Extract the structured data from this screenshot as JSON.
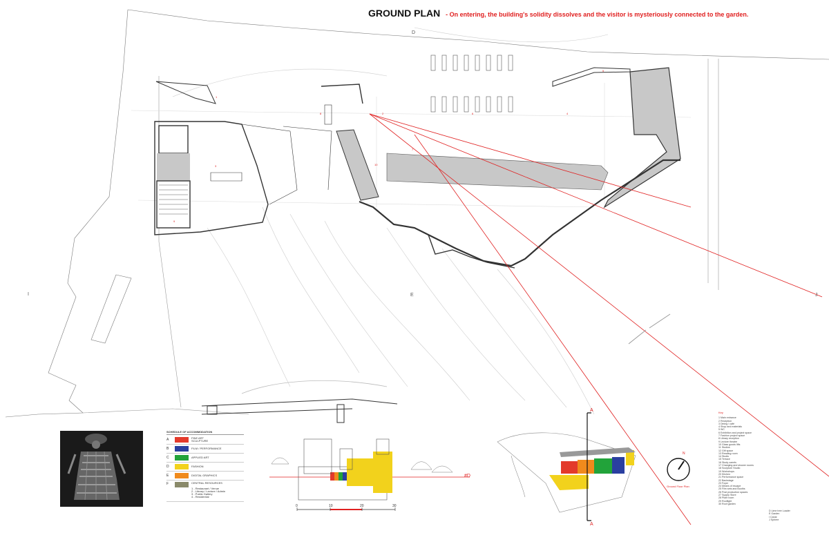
{
  "title": {
    "main": "GROUND PLAN",
    "subtitle": "- On entering, the building's solidity dissolves and the visitor is mysteriously connected to the garden."
  },
  "edge_labels": {
    "top": "D",
    "left": "I",
    "center": "E",
    "right": "J",
    "section_top": "A",
    "section_bottom": "A",
    "elevation": "#D"
  },
  "plan_labels": [
    "1",
    "2",
    "3",
    "4",
    "5",
    "6",
    "7",
    "8",
    "9",
    "10"
  ],
  "schedule": {
    "heading": "SCHEDULE OF ACCOMMODATION",
    "rows": [
      {
        "letter": "A",
        "label": "FINE ART\nSCULPTURE",
        "color": "#e33a2b"
      },
      {
        "letter": "B",
        "label": "FILM / PERFORMANCE",
        "color": "#2a3fa0"
      },
      {
        "letter": "C",
        "label": "APPLIED ART",
        "color": "#22a33a"
      },
      {
        "letter": "D",
        "label": "FASHION",
        "color": "#f2d21c"
      },
      {
        "letter": "E",
        "label": "DIGITAL GRAPHICS",
        "color": "#f08a1c"
      },
      {
        "letter": "F",
        "label": "CENTRAL RESOURCES\n\n1 - Restaurant / Venue\n2 - Library / Lecture / Admin\n3 - Public Gallery\n4 - Residential",
        "color": "#8a8a6a"
      }
    ]
  },
  "key": {
    "heading": "Key",
    "items": [
      "1 Main entrance",
      "2 Reception",
      "3 Dining / café",
      "4 Shop and materials",
      "5 WC",
      "6 Exhibition and project space",
      "7 Fashion project space",
      "8 Library reception",
      "9 Lecture theatre",
      "10 Glass goods lifts",
      "11 Studios",
      "12 Gift space",
      "13 Reading room",
      "14 Studio",
      "15 Terrace",
      "16 Study carrels",
      "17 Changing and shower rooms",
      "18 Sculpture Studio",
      "19 Workshops",
      "20 Kitchen",
      "21 Performance space",
      "22 Backstage",
      "23 Foyer",
      "24 Means of escape",
      "25 Film sets and Booths",
      "26 Post production spaces",
      "27 Supply Store",
      "28 Plant room",
      "29 Rooflight",
      "30 Roof garden"
    ],
    "extra": [
      "D Lime tree Loader",
      "E Garden",
      "I Canal",
      "J Sphere"
    ]
  },
  "north": {
    "letter": "N",
    "caption": "Ground Floor Plan"
  },
  "scale": {
    "ticks": [
      "0",
      "10",
      "20",
      "30"
    ]
  },
  "colors": {
    "accent_red": "#e02020",
    "line": "#444444",
    "grey_fill": "#c8c8c8"
  },
  "elevation_bands": [
    "#f2d21c",
    "#e33a2b",
    "#f08a1c",
    "#22a33a",
    "#2a3fa0"
  ],
  "mini_plan_bands": [
    "#e33a2b",
    "#f08a1c",
    "#22a33a",
    "#2a3fa0",
    "#f2d21c"
  ]
}
